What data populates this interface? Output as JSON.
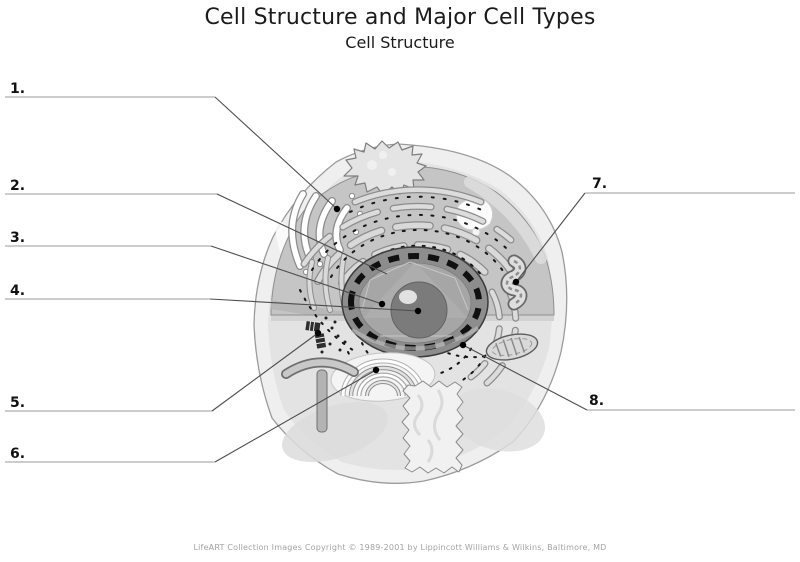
{
  "title": "Cell Structure and Major Cell Types",
  "subtitle": "Cell Structure",
  "footer": "LifeART Collection Images Copyright © 1989-2001 by Lippincott Williams & Wilkins, Baltimore, MD",
  "labels": [
    {
      "num": "1."
    },
    {
      "num": "2."
    },
    {
      "num": "3."
    },
    {
      "num": "4."
    },
    {
      "num": "5."
    },
    {
      "num": "6."
    },
    {
      "num": "7."
    },
    {
      "num": "8."
    }
  ],
  "colors": {
    "cell_outer": "#efefef",
    "cytoplasm_lower": "#e3e3e3",
    "cytoplasm_dome": "#c5c5c5",
    "nucleus_envelope": "#8d8d8d",
    "nucleoplasm": "#a6a6a6",
    "nucleolus": "#7b7b7b",
    "pointer_line": "#4d4d4d",
    "blank_rule": "#9a9a9a",
    "label_text": "#111111",
    "footer_text": "#a3a3a3"
  }
}
